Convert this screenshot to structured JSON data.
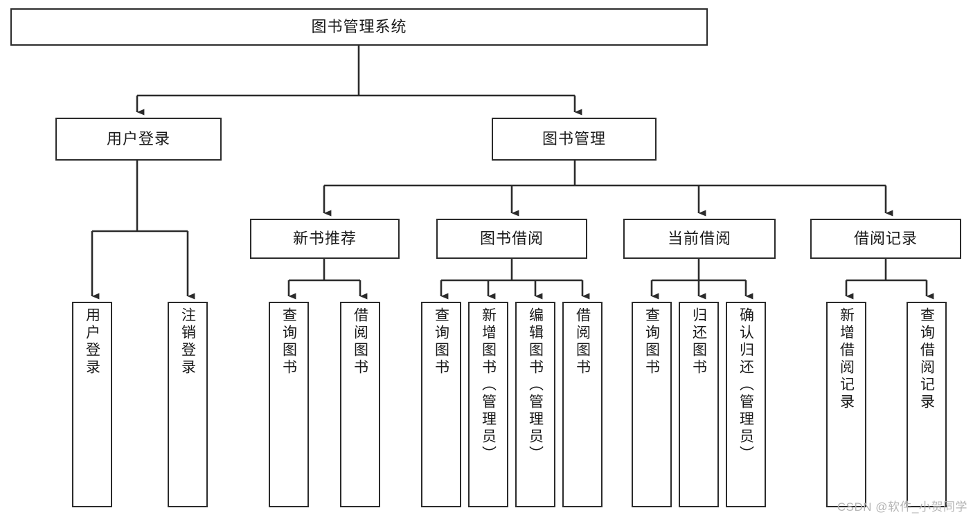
{
  "diagram": {
    "title": "图书管理系统",
    "type": "tree-hierarchy-chart",
    "colors": {
      "box_border": "#2b2b2b",
      "box_fill": "#ffffff",
      "connector": "#2b2b2b",
      "text": "#1a1a1a",
      "watermark": "#b4b4b4",
      "background": "#ffffff"
    },
    "root": {
      "label": "图书管理系统"
    },
    "level2": [
      {
        "label": "用户登录"
      },
      {
        "label": "图书管理"
      }
    ],
    "level3": [
      {
        "label": "新书推荐"
      },
      {
        "label": "图书借阅"
      },
      {
        "label": "当前借阅"
      },
      {
        "label": "借阅记录"
      }
    ],
    "leaves": {
      "user_login": [
        {
          "label": "用户登录"
        },
        {
          "label": "注销登录"
        }
      ],
      "new_book_recommend": [
        {
          "label": "查询图书"
        },
        {
          "label": "借阅图书"
        }
      ],
      "book_borrow": [
        {
          "label": "查询图书"
        },
        {
          "label": "新增图书（管理员）"
        },
        {
          "label": "编辑图书（管理员）"
        },
        {
          "label": "借阅图书"
        }
      ],
      "current_borrow": [
        {
          "label": "查询图书"
        },
        {
          "label": "归还图书"
        },
        {
          "label": "确认归还（管理员）"
        }
      ],
      "borrow_record": [
        {
          "label": "新增借阅记录"
        },
        {
          "label": "查询借阅记录"
        }
      ]
    },
    "watermark": "CSDN @软件_小贺同学"
  }
}
